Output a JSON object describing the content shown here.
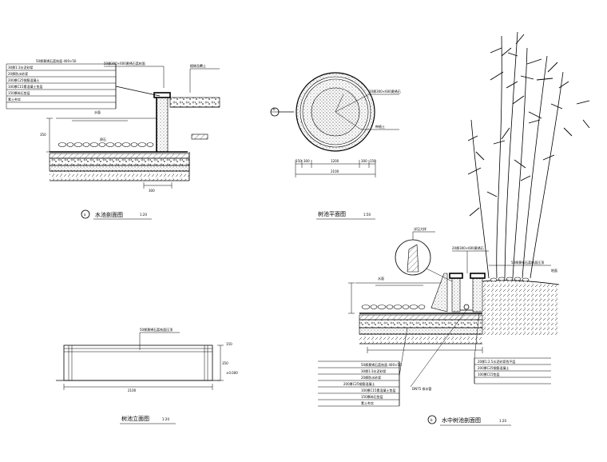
{
  "drawing_titles": {
    "section_a": "水池剖面图",
    "section_a_scale": "1:20",
    "section_a_index": "a",
    "plan": "树池平面图",
    "plan_scale": "1:50",
    "elevation": "树池立面图",
    "elevation_scale": "1:20",
    "section_b": "水中树池剖面图",
    "section_b_scale": "1:20",
    "section_b_index": "b"
  },
  "section_a_callouts": [
    "50厚黄锈石荔枝面 400×50",
    "30厚1:3水泥砂浆",
    "20厚防水砂浆",
    "200厚C25钢筋混凝土",
    "100厚C15素混凝土垫层",
    "150厚碎石垫层",
    "素土夯实"
  ],
  "section_a_notes": {
    "top": "50厚300×600黄锈石荔枝面",
    "right": "植物及覆土",
    "water": "水面",
    "pebble": "卵石",
    "dim_h": "350",
    "dim_b": "300"
  },
  "plan_notes": {
    "marker": "b",
    "edge": "20厚300×600黄锈石",
    "center": "种植土",
    "dims": [
      "150",
      "300",
      "1200",
      "300",
      "150"
    ],
    "total": "2100"
  },
  "elevation_notes": {
    "top": "50厚黄锈石荔枝面压顶",
    "length": "2100",
    "h1": "350",
    "h2": "150",
    "level": "±0.000"
  },
  "section_b_callouts": [
    "50厚黄锈石荔枝面 400×50",
    "30厚1:3水泥砂浆",
    "20厚防水砂浆",
    "200厚C25钢筋混凝土",
    "100厚C15素混凝土垫层",
    "150厚碎石垫层",
    "素土夯实"
  ],
  "section_b_notes": {
    "top": "20厚300×600黄锈石",
    "detail": "详见大样",
    "water": "水面",
    "right_top": "50厚黄锈石荔枝面压顶",
    "right_1": "20厚1:2.5水泥砂浆找平层",
    "right_2": "200厚C25钢筋混凝土",
    "right_3": "100厚C15垫层",
    "ground": "地面",
    "pipe": "DN75 排水管"
  }
}
